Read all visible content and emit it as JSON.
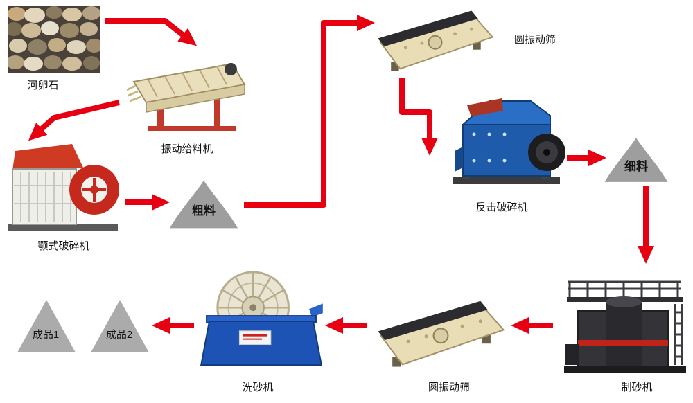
{
  "diagram": {
    "type": "process-flow",
    "background": "#ffffff",
    "arrow_color": "#e60012",
    "nodes": {
      "pebbles": {
        "label": "河卵石"
      },
      "feeder": {
        "label": "振动给料机"
      },
      "jaw_crusher": {
        "label": "颚式破碎机"
      },
      "coarse_material": {
        "label": "粗料"
      },
      "screen_top": {
        "label": "圆振动筛"
      },
      "impact_crusher": {
        "label": "反击破碎机"
      },
      "fine_material": {
        "label": "细料"
      },
      "sand_maker": {
        "label": "制砂机"
      },
      "screen_bottom": {
        "label": "圆振动筛"
      },
      "sand_washer": {
        "label": "洗砂机"
      },
      "product_2": {
        "label": "成品2"
      },
      "product_1": {
        "label": "成品1"
      }
    },
    "edges": [
      {
        "from": "pebbles",
        "to": "feeder"
      },
      {
        "from": "feeder",
        "to": "jaw_crusher"
      },
      {
        "from": "jaw_crusher",
        "to": "coarse_material"
      },
      {
        "from": "coarse_material",
        "to": "screen_top"
      },
      {
        "from": "screen_top",
        "to": "impact_crusher"
      },
      {
        "from": "impact_crusher",
        "to": "fine_material"
      },
      {
        "from": "fine_material",
        "to": "sand_maker"
      },
      {
        "from": "sand_maker",
        "to": "screen_bottom"
      },
      {
        "from": "screen_bottom",
        "to": "sand_washer"
      },
      {
        "from": "sand_washer",
        "to": "product_2"
      }
    ],
    "colors": {
      "machine_beige": "#e9ddb9",
      "machine_blue": "#1d55b0",
      "machine_red": "#c5281c",
      "machine_dark": "#2e2e32",
      "material_gray": "#9e9e9e"
    }
  }
}
